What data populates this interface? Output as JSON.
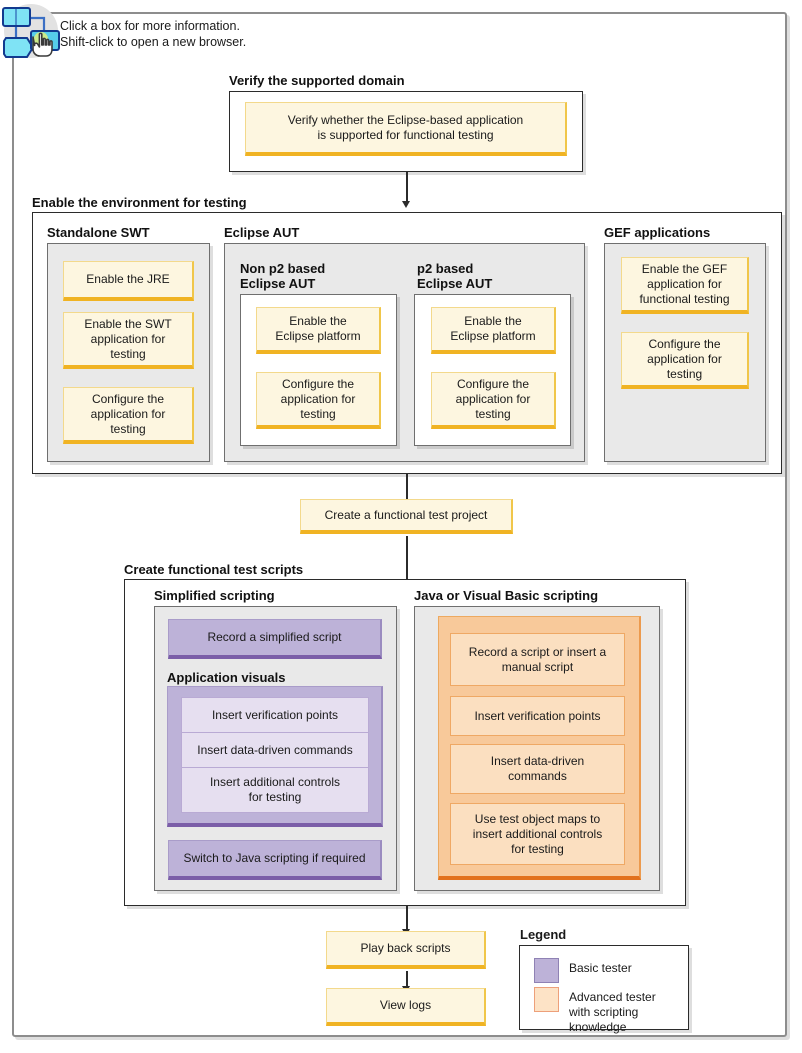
{
  "header": {
    "icon_name": "click-diagram-hand-icon",
    "note_line1": "Click a box for more information.",
    "note_line2": "Shift-click to open a new browser."
  },
  "sections": {
    "verify": {
      "title": "Verify the supported domain",
      "node": "Verify whether the Eclipse-based application\nis supported for functional testing"
    },
    "enable_env": {
      "title": "Enable the environment for testing",
      "standalone_swt": {
        "title": "Standalone SWT",
        "nodes": [
          "Enable the JRE",
          "Enable the SWT\napplication for\ntesting",
          "Configure the\napplication for\ntesting"
        ]
      },
      "eclipse_aut": {
        "title": "Eclipse AUT",
        "non_p2": {
          "title": "Non p2 based\nEclipse AUT",
          "nodes": [
            "Enable the\nEclipse platform",
            "Configure the\napplication for\ntesting"
          ]
        },
        "p2": {
          "title": "p2 based\nEclipse AUT",
          "nodes": [
            "Enable the\nEclipse platform",
            "Configure the\napplication for\ntesting"
          ]
        }
      },
      "gef": {
        "title": "GEF applications",
        "nodes": [
          "Enable the GEF\napplication for\nfunctional testing",
          "Configure the\napplication for\ntesting"
        ]
      }
    },
    "create_project": {
      "node": "Create a functional test project"
    },
    "create_scripts": {
      "title": "Create functional test scripts",
      "simplified": {
        "title": "Simplified scripting",
        "record": "Record a simplified script",
        "app_visuals_title": "Application visuals",
        "app_visuals_nodes": [
          "Insert verification points",
          "Insert data-driven commands",
          "Insert additional controls\nfor testing"
        ],
        "switch": "Switch to Java scripting if required"
      },
      "java_vb": {
        "title": "Java or Visual Basic scripting",
        "nodes": [
          "Record a script or insert a\nmanual script",
          "Insert verification points",
          "Insert data-driven\ncommands",
          "Use test object maps to\ninsert additional controls\nfor testing"
        ]
      }
    },
    "playback": {
      "node": "Play back scripts"
    },
    "viewlogs": {
      "node": "View logs"
    }
  },
  "legend": {
    "title": "Legend",
    "items": [
      {
        "label": "Basic tester",
        "color": "#bdb2d8"
      },
      {
        "label": "Advanced tester\nwith scripting\nknowledge",
        "color": "#fde3c6"
      }
    ]
  },
  "colors": {
    "cream_fill": "#fdf6e0",
    "cream_accent": "#f0b323",
    "purple_fill": "#bdb2d8",
    "purple_accent": "#7b5ea8",
    "lavender_fill": "#e6dff0",
    "orange_group": "#f8c99a",
    "orange_fill": "#fbdfc0",
    "orange_accent": "#e2711d",
    "panel_gray": "#e9e9e9",
    "frame_gray": "#8d8d8d"
  }
}
